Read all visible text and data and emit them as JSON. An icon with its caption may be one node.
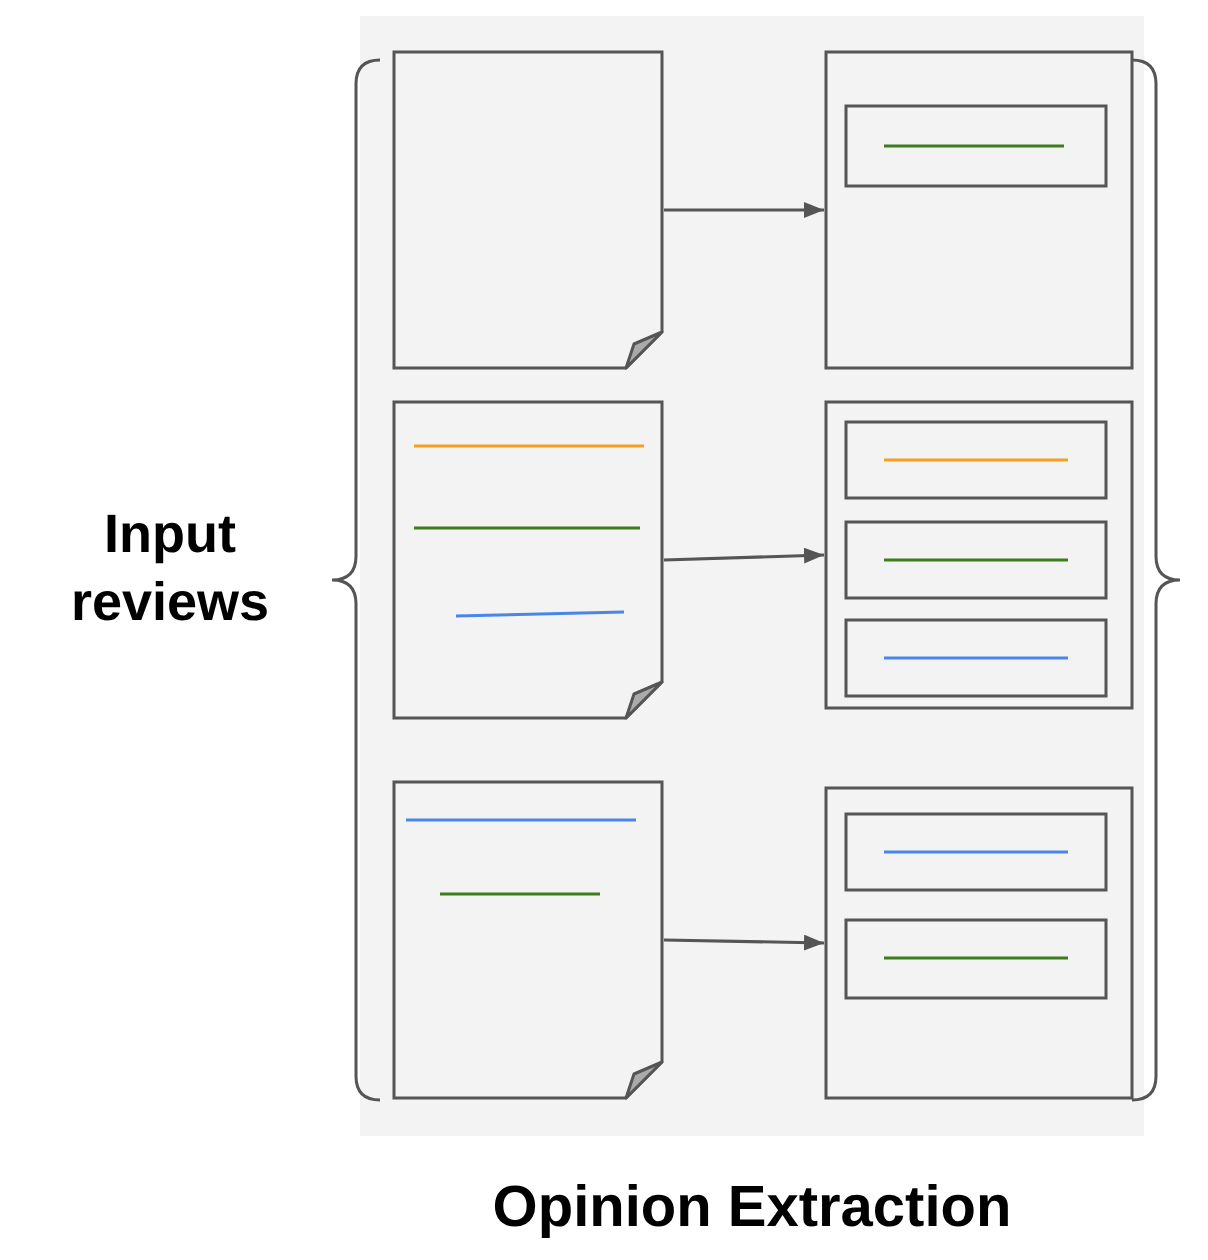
{
  "diagram": {
    "caption": "Opinion Extraction",
    "nodes": [
      {
        "text": [],
        "shape": "box"
      },
      {
        "text": [],
        "shape": "document",
        "in": 0
      },
      {
        "text": [],
        "shape": "box",
        "in": 0
      },
      {
        "text": [],
        "shape": "box",
        "in": 2
      },
      {
        "text": [],
        "shape": "document",
        "in": 0
      },
      {
        "text": [],
        "shape": "box",
        "in": 0
      },
      {
        "text": [],
        "shape": "box",
        "in": 5
      },
      {
        "text": [],
        "shape": "box",
        "in": 5
      },
      {
        "text": [],
        "shape": "box",
        "in": 5
      },
      {
        "text": [],
        "shape": "document",
        "in": 0
      },
      {
        "text": [],
        "shape": "box",
        "in": 0
      },
      {
        "text": [],
        "shape": "box",
        "in": 10
      },
      {
        "text": [],
        "shape": "box",
        "in": 10
      }
    ],
    "edges": [
      {
        "from": 1,
        "to": 2,
        "arrow": "to"
      },
      {
        "from": 4,
        "to": 5,
        "arrow": "to"
      },
      {
        "from": 9,
        "to": 10,
        "arrow": "to"
      }
    ],
    "labels": [
      "Input reviews"
    ]
  }
}
